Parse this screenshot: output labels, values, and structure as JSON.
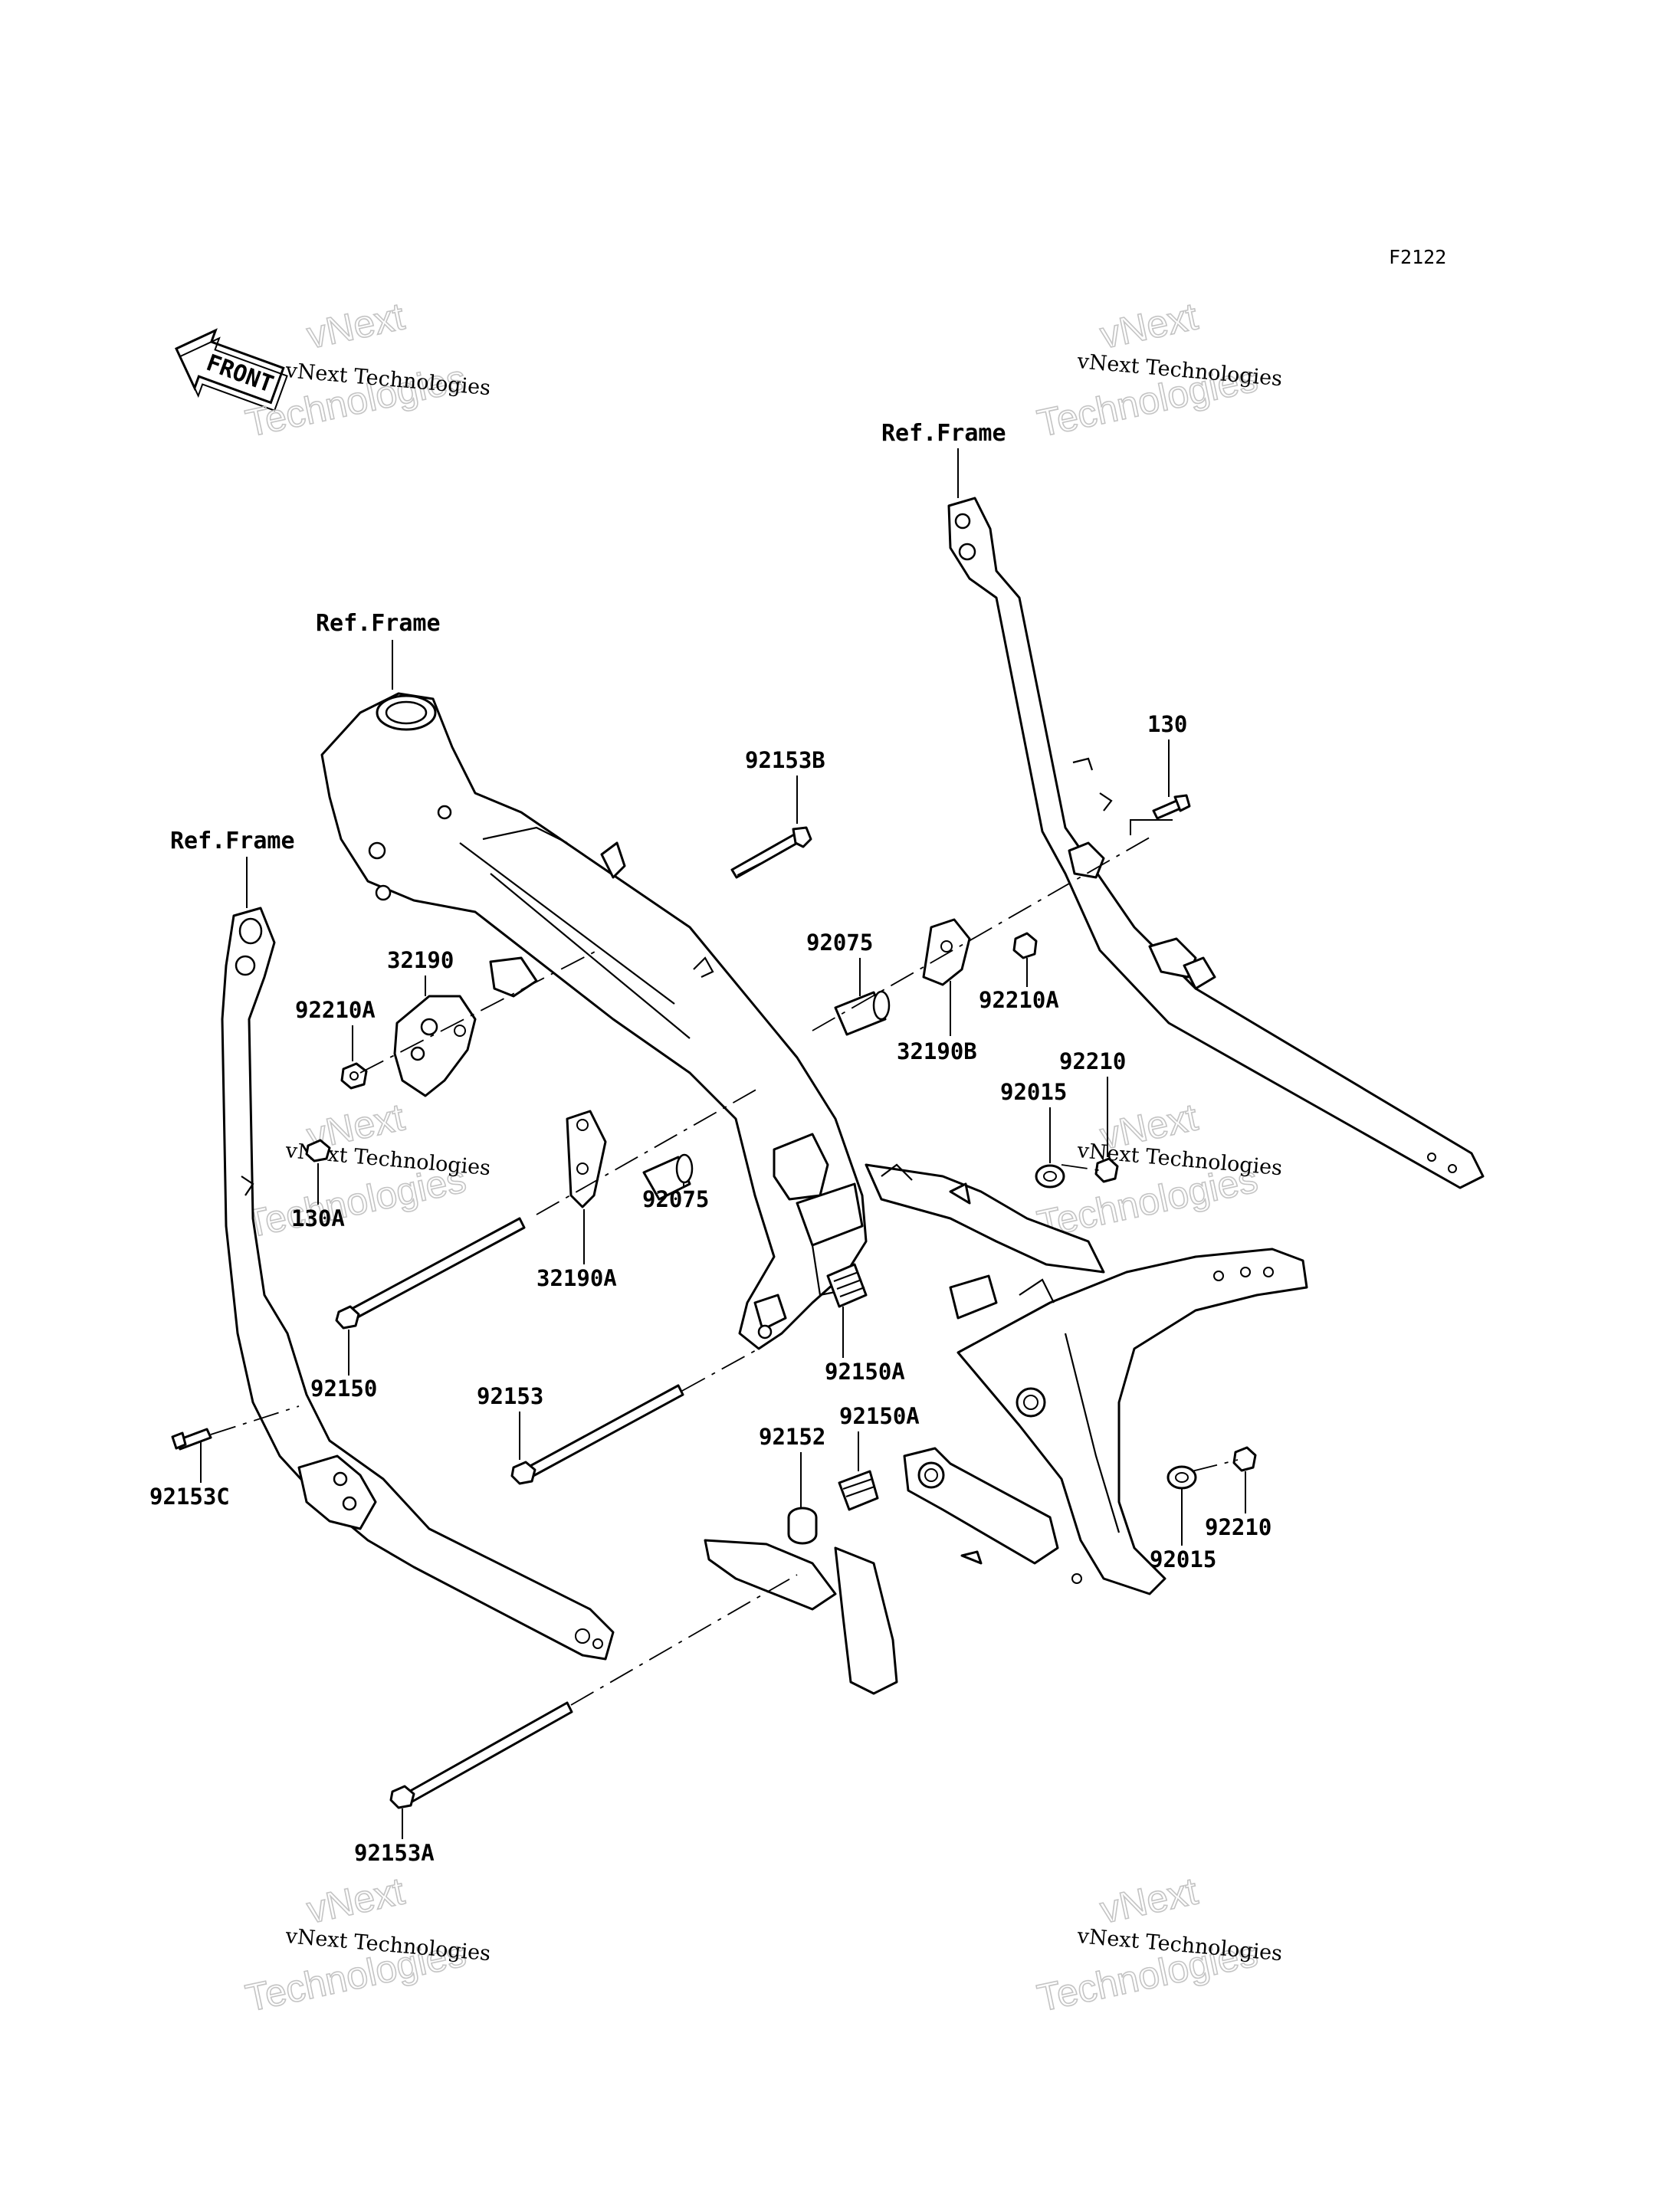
{
  "diagram_code": "F2122",
  "front_badge": "FRONT",
  "ref_labels": [
    "Ref.Frame",
    "Ref.Frame",
    "Ref.Frame"
  ],
  "watermark": {
    "company": "vNext Technologies",
    "line1": "vNext",
    "line2": "Technologies"
  },
  "callouts": {
    "p92153B": "92153B",
    "p130": "130",
    "p32190": "32190",
    "p92210A_left": "92210A",
    "p92075_top": "92075",
    "p92210A_right": "92210A",
    "p32190B": "32190B",
    "p92210_top": "92210",
    "p92015_top": "92015",
    "p130A": "130A",
    "p92075_mid": "92075",
    "p32190A": "32190A",
    "p92150": "92150",
    "p92150A_a": "92150A",
    "p92153": "92153",
    "p92150A_b": "92150A",
    "p92152": "92152",
    "p92153C": "92153C",
    "p92210_bot": "92210",
    "p92015_bot": "92015",
    "p92153A": "92153A"
  },
  "colors": {
    "line": "#000000",
    "background": "#ffffff",
    "watermark_outline": "#c4c4c4"
  }
}
